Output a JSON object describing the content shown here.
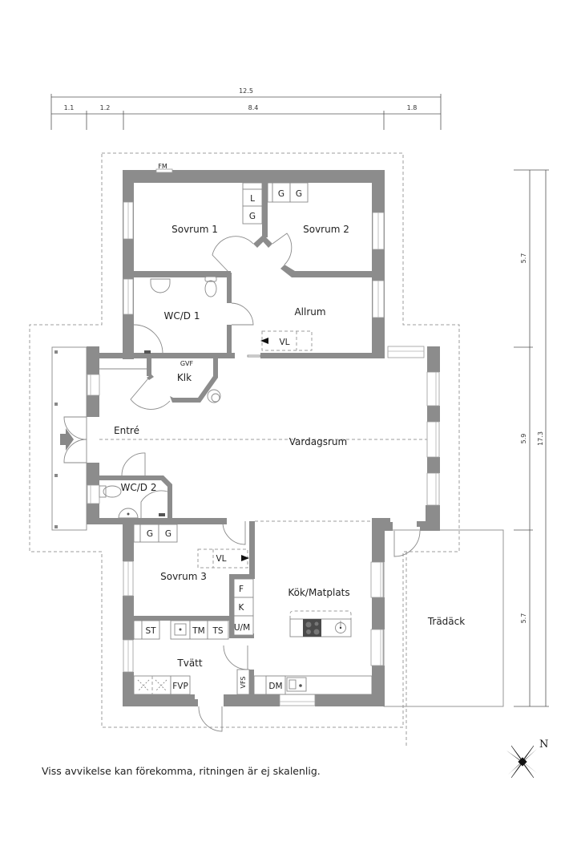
{
  "dimensions": {
    "top_total": "12.5",
    "top_segments": [
      "1.1",
      "1.2",
      "8.4",
      "1.8"
    ],
    "right_segments": [
      "5.7",
      "5.9",
      "5.7"
    ],
    "right_total": "17.3"
  },
  "rooms": {
    "sovrum1": "Sovrum 1",
    "sovrum2": "Sovrum 2",
    "wcd1": "WC/D 1",
    "allrum": "Allrum",
    "klk": "Klk",
    "entre": "Entré",
    "vardagsrum": "Vardagsrum",
    "wcd2": "WC/D 2",
    "sovrum3": "Sovrum 3",
    "kok": "Kök/Matplats",
    "tvatt": "Tvätt",
    "tradack": "Trädäck"
  },
  "fixtures": {
    "fm": "FM",
    "l": "L",
    "g": "G",
    "vl": "VL",
    "gvf": "GVF",
    "f": "F",
    "k": "K",
    "um": "U/M",
    "st": "ST",
    "tm": "TM",
    "ts": "TS",
    "fvp": "FVP",
    "vfs": "VFS",
    "dm": "DM"
  },
  "compass": {
    "label": "N",
    "icon": "compass-rose-icon"
  },
  "note": "Viss avvikelse kan förekomma, ritningen är ej skalenlig.",
  "colors": {
    "wall": "#8c8c8c",
    "line": "#8a8a8a",
    "text": "#222222"
  }
}
